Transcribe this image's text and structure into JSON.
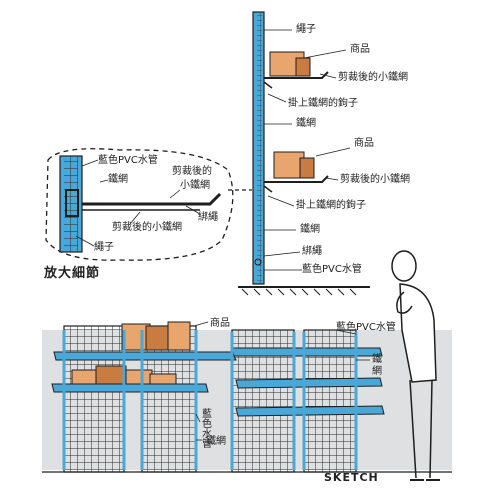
{
  "diagram": {
    "labels": {
      "rope_top": "繩子",
      "product_top": "商品",
      "clipped_mesh_top": "剪裁後的小鐵網",
      "hook_top": "掛上鐵網的鉤子",
      "mesh_mid": "鐵網",
      "product_mid": "商品",
      "clipped_mesh_mid": "剪裁後的小鐵網",
      "hook_mid": "掛上鐵網的鉤子",
      "mesh_low": "鐵網",
      "tie_low": "綁繩",
      "pipe_low": "藍色PVC水管",
      "detail_pipe": "藍色PVC水管",
      "detail_mesh": "鐵網",
      "detail_clipped_a": "剪裁後的",
      "detail_clipped_b": "小鐵網",
      "detail_tie": "綁繩",
      "detail_clipped_bottom": "剪裁後的小鐵網",
      "detail_rope": "繩子",
      "detail_title": "放大細節",
      "bottom_product": "商品",
      "bottom_pipe": "藍色PVC水管",
      "bottom_mesh_a": "鐵",
      "bottom_mesh_b": "網",
      "bottom_vert_pipe": "藍色水管",
      "bottom_mesh_left": "鐵網",
      "sketch": "SKETCH"
    },
    "colors": {
      "pipe": "#4aa8d8",
      "box": "#e8a56d",
      "box_dark": "#c97c42",
      "wall": "#dfe0e2",
      "ink": "#1e1e1e"
    }
  }
}
